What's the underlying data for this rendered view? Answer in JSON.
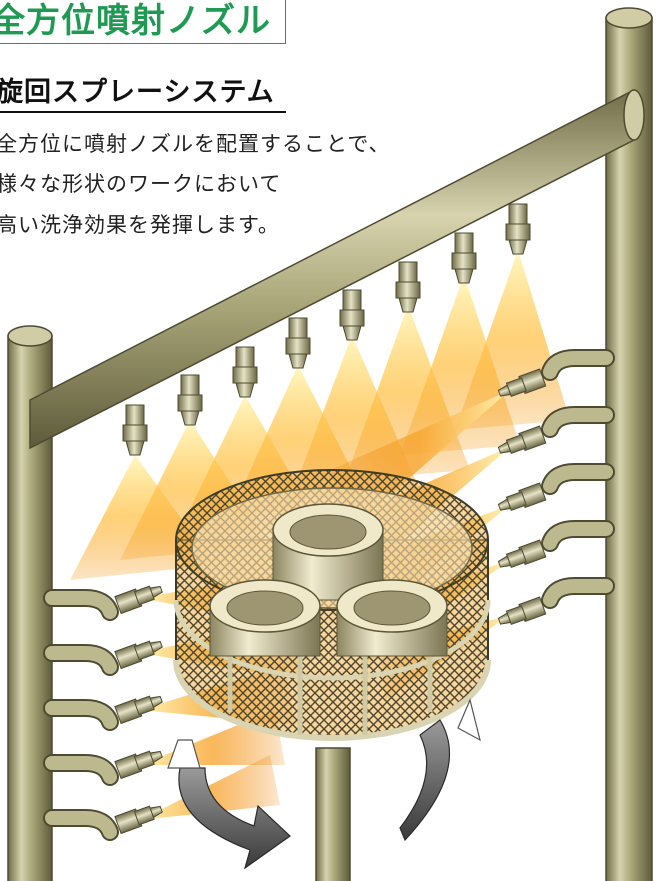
{
  "title": "全方位噴射ノズル",
  "heading": "旋回スプレーシステム",
  "description": [
    "全方位に噴射ノズルを配置することで、",
    "様々な形状のワークにおいて",
    "高い洗浄効果を発揮します。"
  ],
  "colors": {
    "accent_green": "#1f9a52",
    "pipe": "#a8a478",
    "spray": "#f7a020",
    "rotation_arrow": "#555555"
  },
  "icons": [
    "rotation-arrow-icon"
  ]
}
